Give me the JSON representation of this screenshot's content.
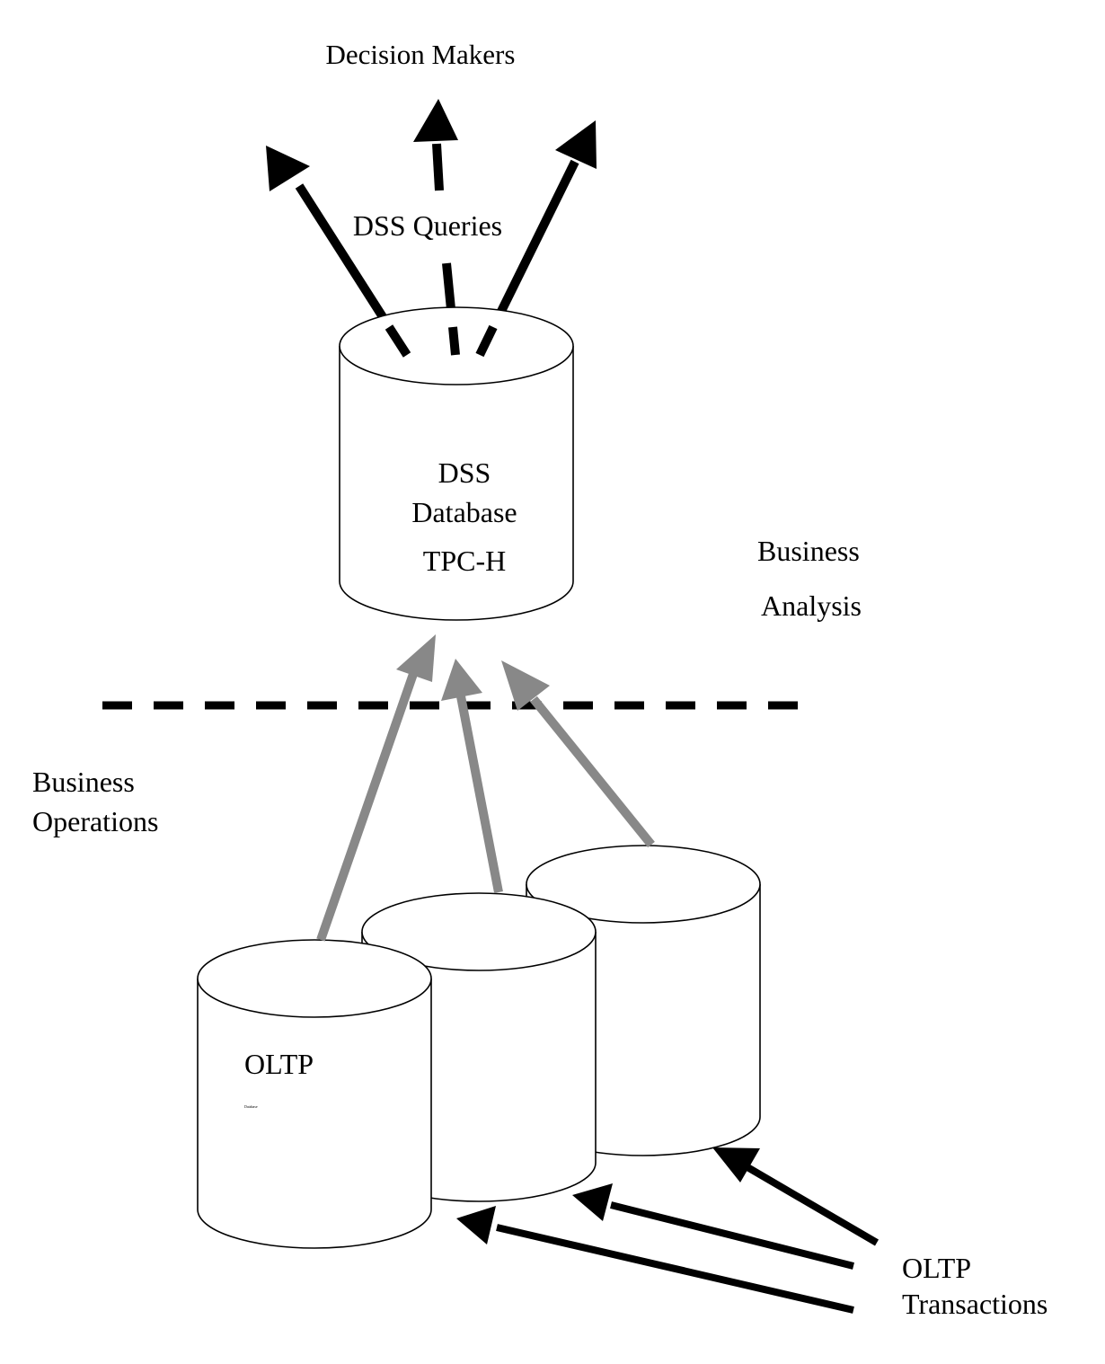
{
  "labels": {
    "decision_makers": "Decision Makers",
    "dss_queries": "DSS Queries",
    "dss_db_line1": "DSS",
    "dss_db_line2": "Database",
    "dss_db_line3": "TPC-H",
    "business_analysis_line1": "Business",
    "business_analysis_line2": "Analysis",
    "business_operations_line1": "Business",
    "business_operations_line2": "Operations",
    "oltp_db": "OLTP",
    "oltp_db_sub": "Database",
    "oltp_transactions_line1": "OLTP",
    "oltp_transactions_line2": "Transactions"
  },
  "colors": {
    "background": "#ffffff",
    "ink": "#000000",
    "feed_arrow": "#888888"
  }
}
